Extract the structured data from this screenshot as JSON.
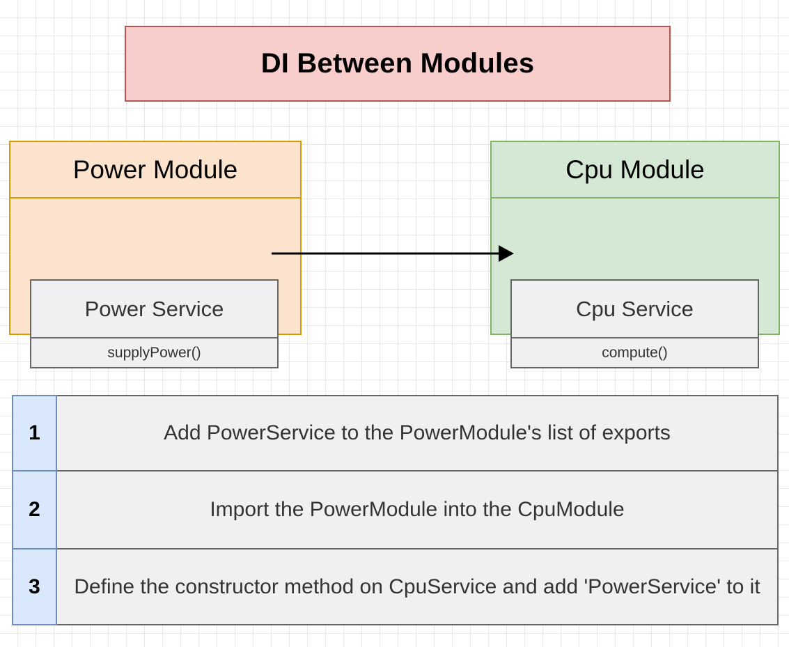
{
  "canvas": {
    "background": "#ffffff",
    "grid_minor_color": "#e8e8e8",
    "grid_major_color": "#d0d0d0"
  },
  "title": {
    "text": "DI Between Modules",
    "fill": "#f8cecc",
    "border": "#b85450"
  },
  "modules": [
    {
      "id": "power",
      "name": "Power Module",
      "fill": "#fce3cd",
      "border": "#d79b00",
      "service": {
        "name": "Power Service",
        "method": "supplyPower()",
        "fill": "#f0f0f3",
        "border": "#666666"
      }
    },
    {
      "id": "cpu",
      "name": "Cpu Module",
      "fill": "#d5e8d4",
      "border": "#82b366",
      "service": {
        "name": "Cpu Service",
        "method": "compute()",
        "fill": "#f0f0f3",
        "border": "#666666"
      }
    }
  ],
  "connector": {
    "name": "dependency-arrow",
    "from": "Power Service",
    "to": "Cpu Service",
    "color": "#000000",
    "label": ""
  },
  "steps": {
    "number_fill": "#dae8fc",
    "number_border": "#6c8ebf",
    "row_fill": "#f0f0f3",
    "row_border": "#666666",
    "items": [
      {
        "number": "1",
        "text": "Add PowerService to the PowerModule's list of exports"
      },
      {
        "number": "2",
        "text": "Import the PowerModule into the CpuModule"
      },
      {
        "number": "3",
        "text": "Define the constructor method on CpuService and add 'PowerService' to it"
      }
    ]
  }
}
